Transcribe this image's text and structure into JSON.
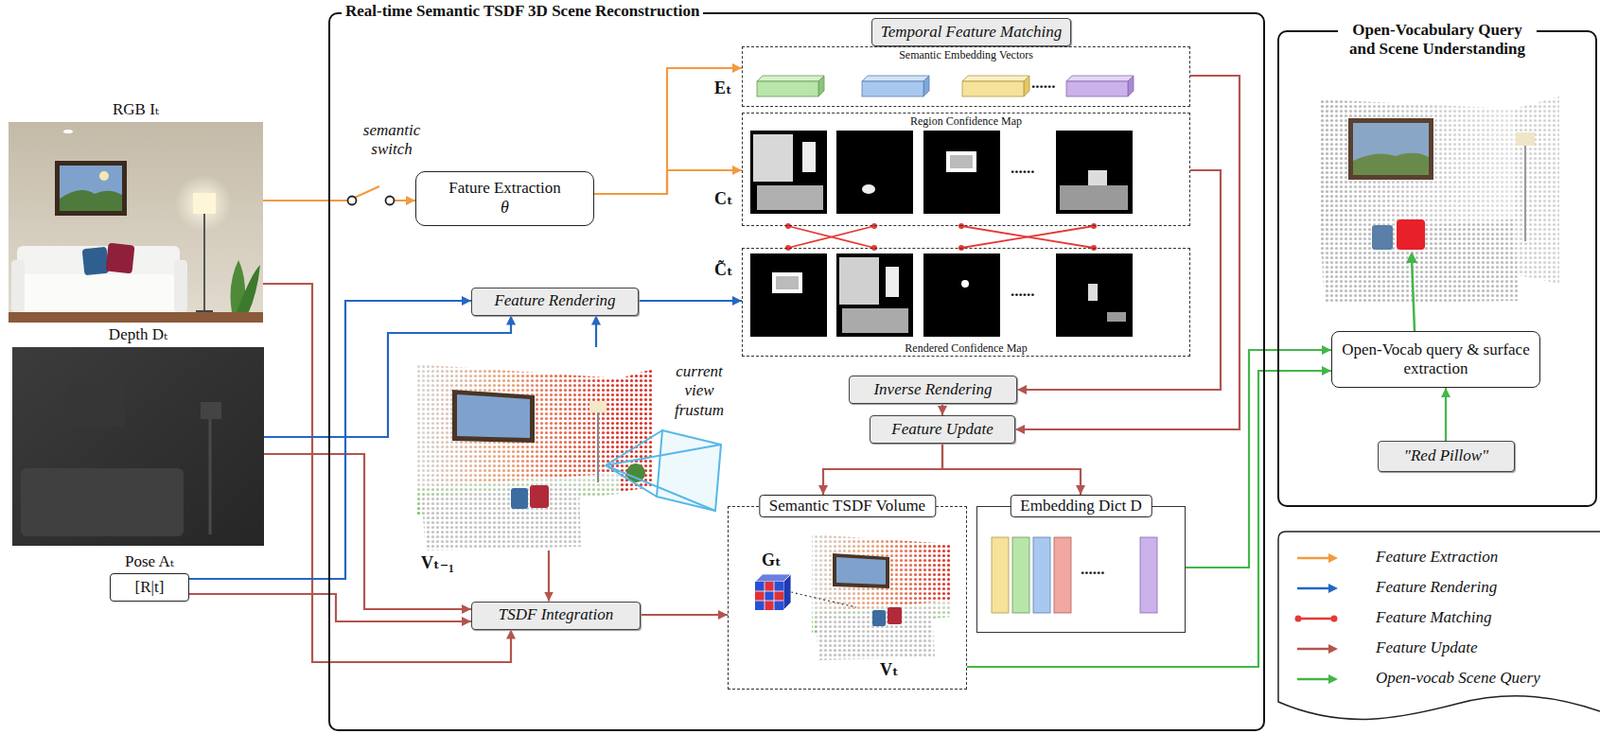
{
  "diagram": {
    "nodes": [
      {
        "text": [
          "RGB Iₜ"
        ]
      },
      {
        "text": [
          "Depth Dₜ"
        ]
      },
      {
        "text": [
          "Pose Aₜ",
          "[R|t]"
        ]
      },
      {
        "text": [
          "Real-time Semantic TSDF 3D Scene Reconstruction"
        ]
      },
      {
        "text": [
          "Fature Extraction",
          "θ"
        ],
        "in": 3
      },
      {
        "text": [
          "Temporal Feature Matching"
        ],
        "in": 3
      },
      {
        "text": [
          "Semantic Embedding Vectors",
          "Eₜ"
        ],
        "in": 3
      },
      {
        "text": [
          "Region Confidence Map",
          "Cₜ"
        ],
        "in": 3
      },
      {
        "text": [
          "Rendered Confidence Map",
          "C̃ₜ"
        ],
        "in": 3
      },
      {
        "text": [
          "Feature Rendering"
        ],
        "in": 3
      },
      {
        "text": [
          "Vₜ₋₁"
        ],
        "in": 3
      },
      {
        "text": [
          "Inverse Rendering"
        ],
        "in": 3
      },
      {
        "text": [
          "Feature Update"
        ],
        "in": 3
      },
      {
        "text": [
          "TSDF Integration"
        ],
        "in": 3
      },
      {
        "text": [
          "Semantic TSDF Volume"
        ],
        "in": 3
      },
      {
        "text": [
          "Embedding Dict D"
        ],
        "in": 3
      },
      {
        "text": [
          "Open-Vocabulary Query and Scene Understanding"
        ]
      },
      {
        "text": [
          "Open-Vocab query & surface extraction"
        ],
        "in": 16
      },
      {
        "text": [
          "\"Red Pillow\""
        ],
        "in": 16
      }
    ],
    "edges": [
      {
        "from": 0,
        "to": 4,
        "arrow": "to"
      },
      {
        "from": 0,
        "to": 13,
        "arrow": "to"
      },
      {
        "from": 1,
        "to": 9,
        "arrow": "to"
      },
      {
        "from": 1,
        "to": 13,
        "arrow": "to"
      },
      {
        "from": 2,
        "to": 9,
        "arrow": "to"
      },
      {
        "from": 2,
        "to": 13,
        "arrow": "to"
      },
      {
        "from": 10,
        "to": 9,
        "arrow": "to"
      },
      {
        "from": 10,
        "to": 13,
        "arrow": "to"
      },
      {
        "from": 9,
        "to": 8,
        "arrow": "to"
      },
      {
        "from": 4,
        "to": 6,
        "arrow": "to"
      },
      {
        "from": 4,
        "to": 7,
        "arrow": "to"
      },
      {
        "from": 7,
        "to": 8,
        "arrow": "none"
      },
      {
        "from": 7,
        "to": 11,
        "arrow": "to"
      },
      {
        "from": 6,
        "to": 12,
        "arrow": "to"
      },
      {
        "from": 11,
        "to": 12,
        "arrow": "to"
      },
      {
        "from": 12,
        "to": 14,
        "arrow": "to"
      },
      {
        "from": 12,
        "to": 15,
        "arrow": "to"
      },
      {
        "from": 13,
        "to": 14,
        "arrow": "to"
      },
      {
        "from": 15,
        "to": 17,
        "arrow": "to"
      },
      {
        "from": 14,
        "to": 17,
        "arrow": "to"
      },
      {
        "from": 18,
        "to": 17,
        "arrow": "to"
      }
    ],
    "labels": [
      "semantic switch",
      "current view frustum",
      "Gₜ",
      "Vₜ",
      "......",
      "......",
      "......",
      "......"
    ],
    "legend": [
      {
        "text": "Feature Extraction"
      },
      {
        "text": "Feature Rendering"
      },
      {
        "text": "Feature Matching"
      },
      {
        "text": "Feature Update"
      },
      {
        "text": "Open-vocab Scene Query"
      }
    ]
  }
}
